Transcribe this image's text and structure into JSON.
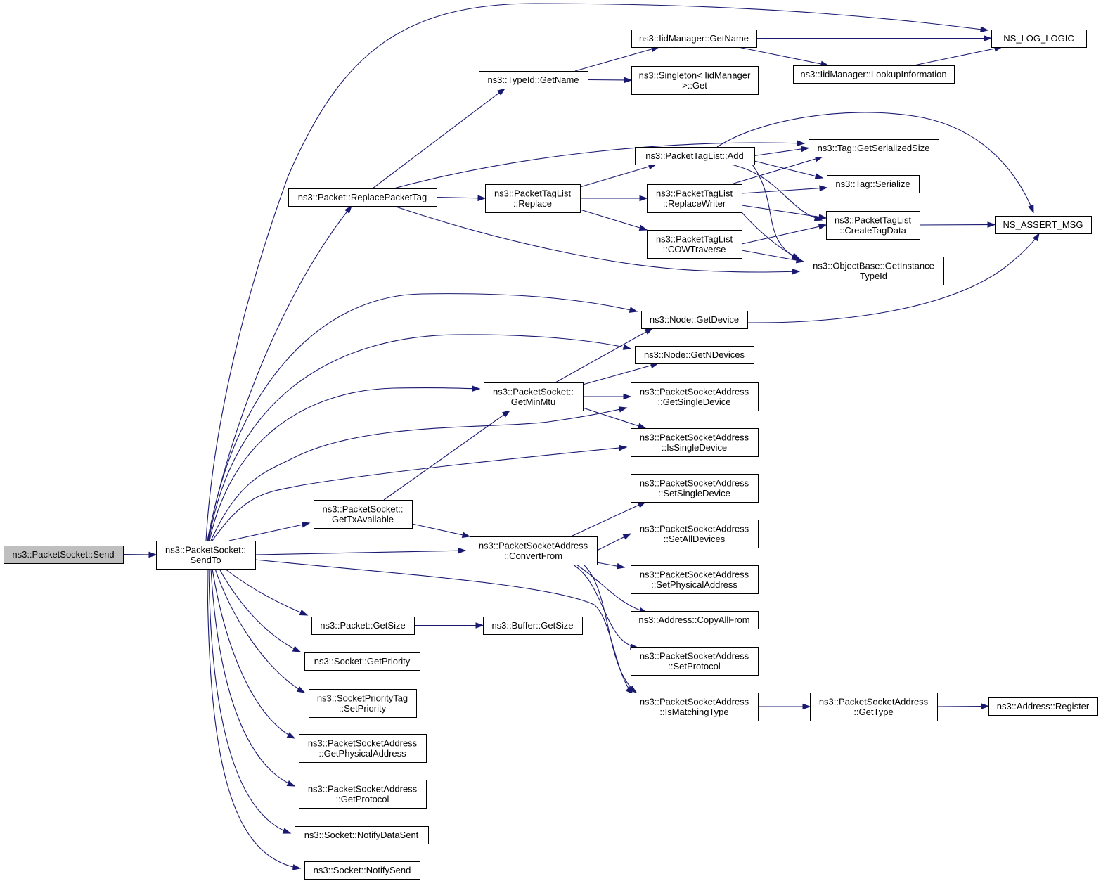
{
  "nodes": [
    {
      "id": "send",
      "lines": [
        "ns3::PacketSocket::Send"
      ],
      "root": true
    },
    {
      "id": "sendto",
      "lines": [
        "ns3::PacketSocket::",
        "SendTo"
      ]
    },
    {
      "id": "nslog",
      "lines": [
        "NS_LOG_LOGIC"
      ]
    },
    {
      "id": "iidgetname",
      "lines": [
        "ns3::IidManager::GetName"
      ]
    },
    {
      "id": "iidlookup",
      "lines": [
        "ns3::IidManager::LookupInformation"
      ]
    },
    {
      "id": "typeidgetname",
      "lines": [
        "ns3::TypeId::GetName"
      ]
    },
    {
      "id": "singleton",
      "lines": [
        "ns3::Singleton< IidManager",
        ">::Get"
      ]
    },
    {
      "id": "replacepackettag",
      "lines": [
        "ns3::Packet::ReplacePacketTag"
      ]
    },
    {
      "id": "ptlreplace",
      "lines": [
        "ns3::PacketTagList",
        "::Replace"
      ]
    },
    {
      "id": "ptladd",
      "lines": [
        "ns3::PacketTagList::Add"
      ]
    },
    {
      "id": "taggetser",
      "lines": [
        "ns3::Tag::GetSerializedSize"
      ]
    },
    {
      "id": "tagser",
      "lines": [
        "ns3::Tag::Serialize"
      ]
    },
    {
      "id": "ptlreplacewriter",
      "lines": [
        "ns3::PacketTagList",
        "::ReplaceWriter"
      ]
    },
    {
      "id": "ptlcreatetag",
      "lines": [
        "ns3::PacketTagList",
        "::CreateTagData"
      ]
    },
    {
      "id": "nsassert",
      "lines": [
        "NS_ASSERT_MSG"
      ]
    },
    {
      "id": "ptlcow",
      "lines": [
        "ns3::PacketTagList",
        "::COWTraverse"
      ]
    },
    {
      "id": "objbase",
      "lines": [
        "ns3::ObjectBase::GetInstance",
        "TypeId"
      ]
    },
    {
      "id": "nodegetdev",
      "lines": [
        "ns3::Node::GetDevice"
      ]
    },
    {
      "id": "nodegetndev",
      "lines": [
        "ns3::Node::GetNDevices"
      ]
    },
    {
      "id": "psgetminmtu",
      "lines": [
        "ns3::PacketSocket::",
        "GetMinMtu"
      ]
    },
    {
      "id": "psagetsingle",
      "lines": [
        "ns3::PacketSocketAddress",
        "::GetSingleDevice"
      ]
    },
    {
      "id": "psaissingle",
      "lines": [
        "ns3::PacketSocketAddress",
        "::IsSingleDevice"
      ]
    },
    {
      "id": "psasetsingle",
      "lines": [
        "ns3::PacketSocketAddress",
        "::SetSingleDevice"
      ]
    },
    {
      "id": "psgettx",
      "lines": [
        "ns3::PacketSocket::",
        "GetTxAvailable"
      ]
    },
    {
      "id": "psaconvert",
      "lines": [
        "ns3::PacketSocketAddress",
        "::ConvertFrom"
      ]
    },
    {
      "id": "psasetall",
      "lines": [
        "ns3::PacketSocketAddress",
        "::SetAllDevices"
      ]
    },
    {
      "id": "psasetphys",
      "lines": [
        "ns3::PacketSocketAddress",
        "::SetPhysicalAddress"
      ]
    },
    {
      "id": "addrcopy",
      "lines": [
        "ns3::Address::CopyAllFrom"
      ]
    },
    {
      "id": "psasetproto",
      "lines": [
        "ns3::PacketSocketAddress",
        "::SetProtocol"
      ]
    },
    {
      "id": "psaismatch",
      "lines": [
        "ns3::PacketSocketAddress",
        "::IsMatchingType"
      ]
    },
    {
      "id": "psagettype",
      "lines": [
        "ns3::PacketSocketAddress",
        "::GetType"
      ]
    },
    {
      "id": "addrreg",
      "lines": [
        "ns3::Address::Register"
      ]
    },
    {
      "id": "pktgetsize",
      "lines": [
        "ns3::Packet::GetSize"
      ]
    },
    {
      "id": "bufgetsize",
      "lines": [
        "ns3::Buffer::GetSize"
      ]
    },
    {
      "id": "sockgetprio",
      "lines": [
        "ns3::Socket::GetPriority"
      ]
    },
    {
      "id": "spt",
      "lines": [
        "ns3::SocketPriorityTag",
        "::SetPriority"
      ]
    },
    {
      "id": "psagetphys",
      "lines": [
        "ns3::PacketSocketAddress",
        "::GetPhysicalAddress"
      ]
    },
    {
      "id": "psagetproto",
      "lines": [
        "ns3::PacketSocketAddress",
        "::GetProtocol"
      ]
    },
    {
      "id": "socknotifydata",
      "lines": [
        "ns3::Socket::NotifyDataSent"
      ]
    },
    {
      "id": "socknotifysend",
      "lines": [
        "ns3::Socket::NotifySend"
      ]
    }
  ],
  "edges": [
    [
      "send",
      "sendto"
    ],
    [
      "sendto",
      "nslog"
    ],
    [
      "sendto",
      "replacepackettag"
    ],
    [
      "sendto",
      "nodegetdev"
    ],
    [
      "sendto",
      "nodegetndev"
    ],
    [
      "sendto",
      "psgetminmtu"
    ],
    [
      "sendto",
      "psagetsingle"
    ],
    [
      "sendto",
      "psaissingle"
    ],
    [
      "sendto",
      "psgettx"
    ],
    [
      "sendto",
      "psaconvert"
    ],
    [
      "sendto",
      "psaismatch"
    ],
    [
      "sendto",
      "pktgetsize"
    ],
    [
      "sendto",
      "sockgetprio"
    ],
    [
      "sendto",
      "spt"
    ],
    [
      "sendto",
      "psagetphys"
    ],
    [
      "sendto",
      "psagetproto"
    ],
    [
      "sendto",
      "socknotifydata"
    ],
    [
      "sendto",
      "socknotifysend"
    ],
    [
      "replacepackettag",
      "typeidgetname"
    ],
    [
      "replacepackettag",
      "ptlreplace"
    ],
    [
      "replacepackettag",
      "taggetser"
    ],
    [
      "replacepackettag",
      "objbase"
    ],
    [
      "typeidgetname",
      "iidgetname"
    ],
    [
      "typeidgetname",
      "singleton"
    ],
    [
      "iidgetname",
      "nslog"
    ],
    [
      "iidgetname",
      "iidlookup"
    ],
    [
      "iidlookup",
      "nslog"
    ],
    [
      "ptlreplace",
      "ptladd"
    ],
    [
      "ptlreplace",
      "ptlreplacewriter"
    ],
    [
      "ptlreplace",
      "ptlcow"
    ],
    [
      "ptladd",
      "taggetser"
    ],
    [
      "ptladd",
      "tagser"
    ],
    [
      "ptladd",
      "ptlcreatetag"
    ],
    [
      "ptladd",
      "objbase"
    ],
    [
      "ptladd",
      "nsassert"
    ],
    [
      "ptlreplacewriter",
      "taggetser"
    ],
    [
      "ptlreplacewriter",
      "tagser"
    ],
    [
      "ptlreplacewriter",
      "ptlcreatetag"
    ],
    [
      "ptlreplacewriter",
      "objbase"
    ],
    [
      "ptlcow",
      "ptlcreatetag"
    ],
    [
      "ptlcow",
      "objbase"
    ],
    [
      "ptlcreatetag",
      "nsassert"
    ],
    [
      "nodegetdev",
      "nsassert"
    ],
    [
      "psgetminmtu",
      "nodegetdev"
    ],
    [
      "psgetminmtu",
      "nodegetndev"
    ],
    [
      "psgetminmtu",
      "psagetsingle"
    ],
    [
      "psgetminmtu",
      "psaissingle"
    ],
    [
      "psgettx",
      "psgetminmtu"
    ],
    [
      "psgettx",
      "psaconvert"
    ],
    [
      "psaconvert",
      "psasetsingle"
    ],
    [
      "psaconvert",
      "psasetall"
    ],
    [
      "psaconvert",
      "psasetphys"
    ],
    [
      "psaconvert",
      "addrcopy"
    ],
    [
      "psaconvert",
      "psasetproto"
    ],
    [
      "psaconvert",
      "psaismatch"
    ],
    [
      "psaismatch",
      "psagettype"
    ],
    [
      "psagettype",
      "addrreg"
    ],
    [
      "pktgetsize",
      "bufgetsize"
    ]
  ]
}
